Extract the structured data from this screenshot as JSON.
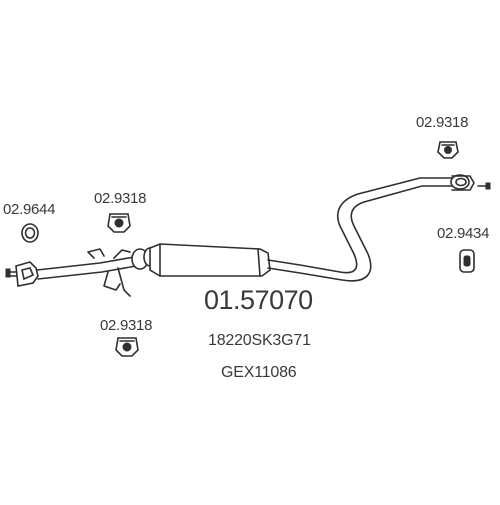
{
  "diagram": {
    "main_part_number": "01.57070",
    "oem_number": "18220SK3G71",
    "alt_number": "GEX11086",
    "parts": [
      {
        "id": "hanger_top_right",
        "label": "02.9318",
        "icon": "rubber-hanger-icon"
      },
      {
        "id": "ring_left",
        "label": "02.9644",
        "icon": "gasket-ring-icon"
      },
      {
        "id": "hanger_left_upper",
        "label": "02.9318",
        "icon": "rubber-hanger-icon"
      },
      {
        "id": "clamp_right",
        "label": "02.9434",
        "icon": "clamp-icon"
      },
      {
        "id": "hanger_left_lower",
        "label": "02.9318",
        "icon": "rubber-hanger-icon"
      }
    ]
  },
  "colors": {
    "line": "#2f2f2f",
    "text": "#3a3a3a",
    "background": "#ffffff"
  }
}
